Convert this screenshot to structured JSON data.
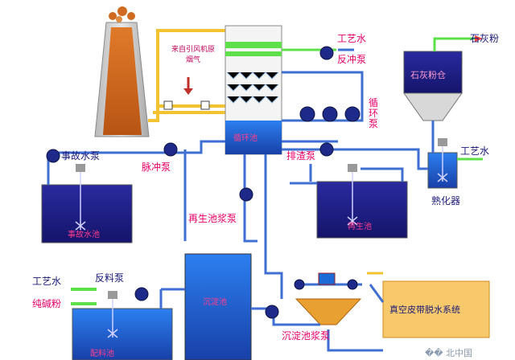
{
  "labels": {
    "process_water_top": "工艺水",
    "backflush_pump": "反冲泵",
    "lime_powder": "石灰粉",
    "lime_silo": "石灰粉仓",
    "flue_gas_src": "来自引风机原烟气",
    "circulation_pump": "循环泵",
    "emergency_pump": "事故水泵",
    "pulse_pump": "脉冲泵",
    "slag_pump": "排渣泵",
    "process_water_right": "工艺水",
    "slaker": "熟化器",
    "emergency_tank": "事故水池",
    "regen_pump": "再生池浆泵",
    "regen_tank": "再生池",
    "process_water_left": "工艺水",
    "return_pump": "反料泵",
    "soda_ash": "纯碱粉",
    "settling_pump": "沉淀池浆泵",
    "vacuum_belt": "真空皮带脱水系统",
    "settling_tank": "沉淀池",
    "tower_sump": "循环池",
    "bottom_left_partial": "配料池",
    "watermark": "�� 北中国"
  },
  "colors": {
    "pipe_blue": "#3f6fd1",
    "pipe_yellow": "#f2c230",
    "pipe_green": "#5ee04a",
    "tank_navy": "#20208a",
    "chimney": "#c8601a",
    "label_red": "#e8006a",
    "vacuum_box": "#f7c96a"
  }
}
